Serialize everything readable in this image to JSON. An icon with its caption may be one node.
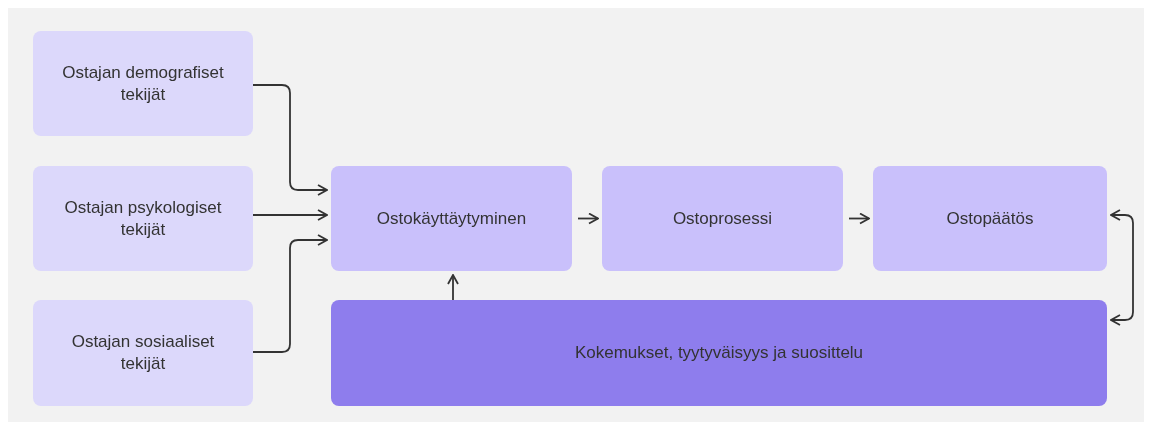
{
  "diagram": {
    "nodes": [
      {
        "text": [
          "Ostajan demografiset tekijät"
        ]
      },
      {
        "text": [
          "Ostajan psykologiset tekijät"
        ]
      },
      {
        "text": [
          "Ostajan sosiaaliset tekijät"
        ]
      },
      {
        "text": [
          "Ostokäyttäytyminen"
        ]
      },
      {
        "text": [
          "Ostoprosessi"
        ]
      },
      {
        "text": [
          "Ostopäätös"
        ]
      },
      {
        "text": [
          "Kokemukset, tyytyväisyys ja suosittelu"
        ]
      }
    ],
    "edges": [
      {
        "from": 0,
        "to": 3,
        "arrow": "to"
      },
      {
        "from": 1,
        "to": 3,
        "arrow": "to"
      },
      {
        "from": 2,
        "to": 3,
        "arrow": "to"
      },
      {
        "from": 3,
        "to": 4,
        "arrow": "to"
      },
      {
        "from": 4,
        "to": 5,
        "arrow": "to"
      },
      {
        "from": 6,
        "to": 3,
        "arrow": "to"
      },
      {
        "from": 5,
        "to": 6,
        "arrow": "both"
      }
    ]
  }
}
